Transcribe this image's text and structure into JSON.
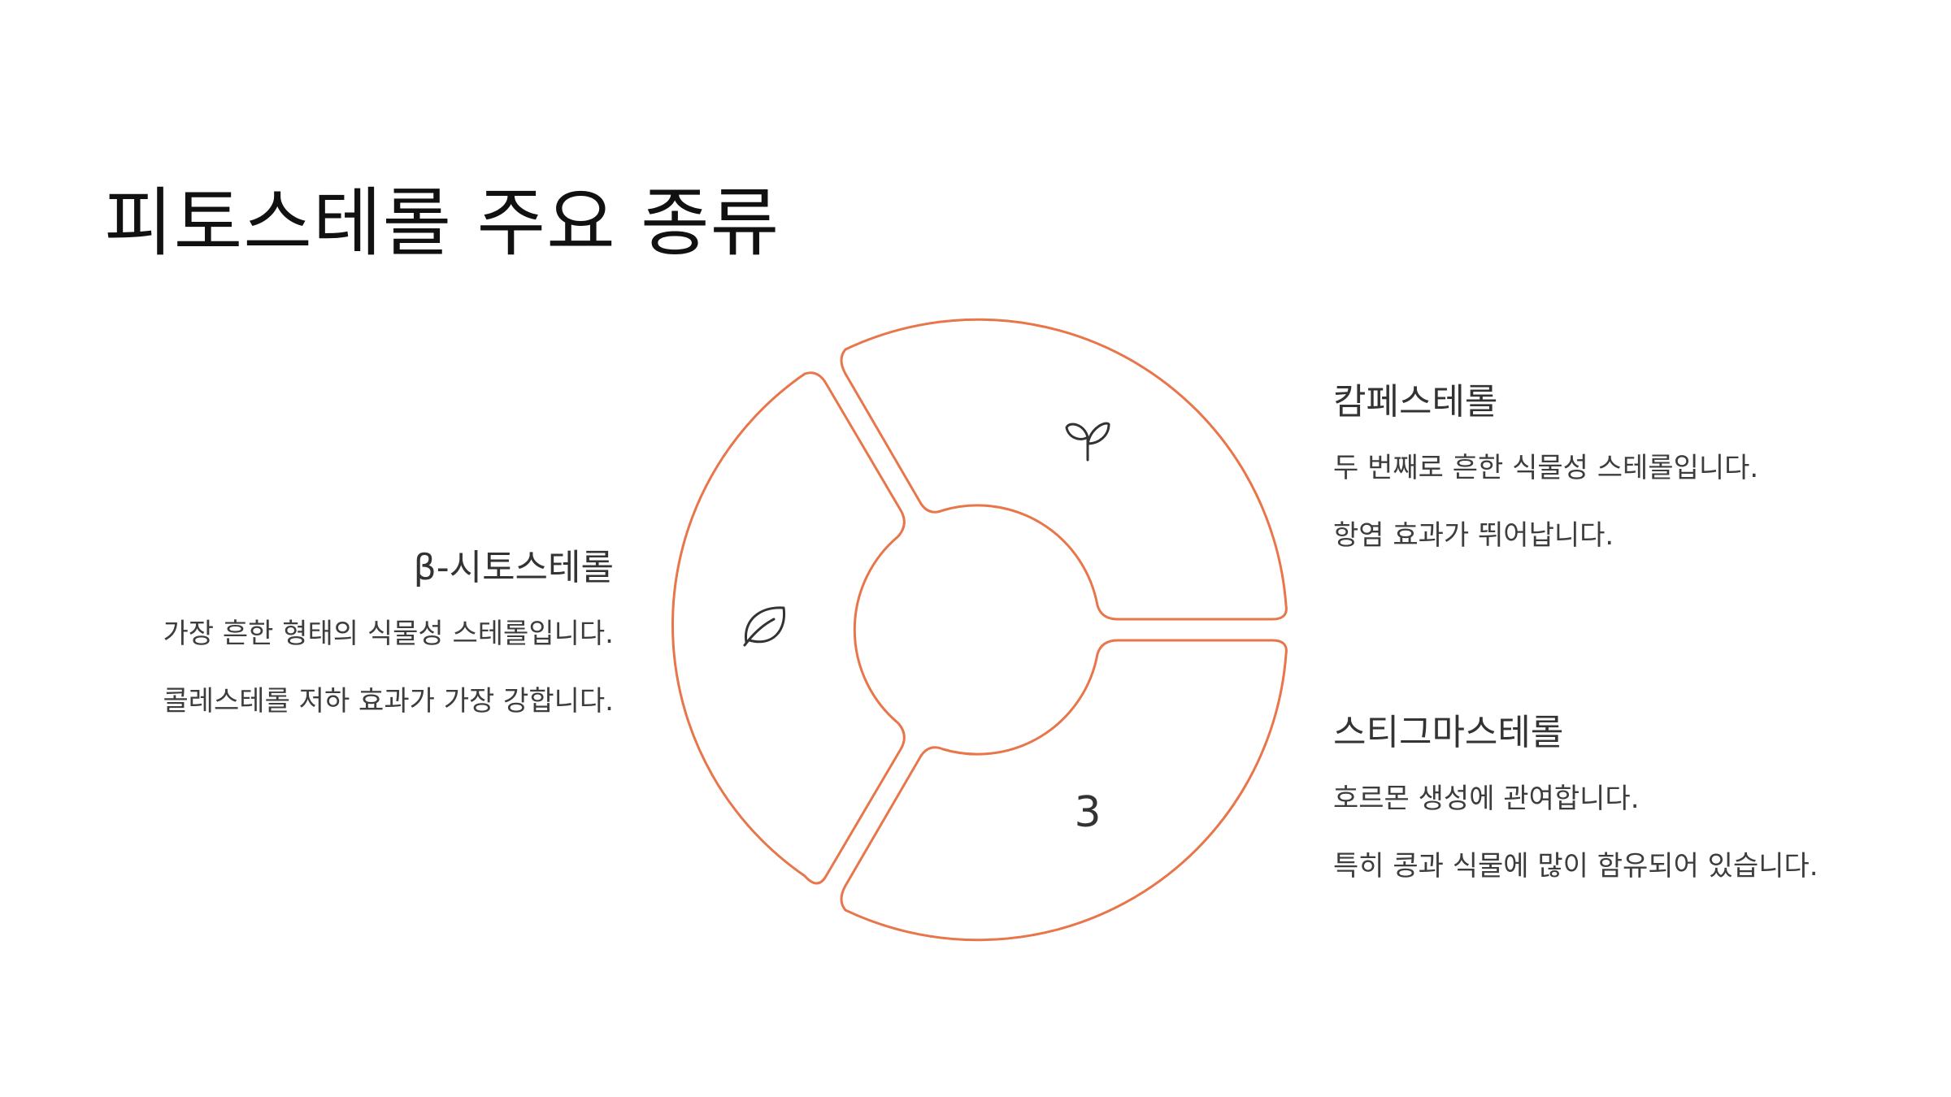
{
  "title": "피토스테롤 주요 종류",
  "colors": {
    "accent": "#E8764A",
    "text": "#333333"
  },
  "segments": [
    {
      "id": "beta-sitosterol",
      "icon": "leaf-icon",
      "heading": "β-시토스테롤",
      "lines": [
        "가장 흔한 형태의 식물성 스테롤입니다.",
        "콜레스테롤 저하 효과가 가장 강합니다."
      ]
    },
    {
      "id": "campesterol",
      "icon": "sprout-icon",
      "heading": "캄페스테롤",
      "lines": [
        "두 번째로 흔한 식물성 스테롤입니다.",
        "항염 효과가 뛰어납니다."
      ]
    },
    {
      "id": "stigmasterol",
      "marker": "3",
      "heading": "스티그마스테롤",
      "lines": [
        "호르몬 생성에 관여합니다.",
        "특히 콩과 식물에 많이 함유되어 있습니다."
      ]
    }
  ]
}
